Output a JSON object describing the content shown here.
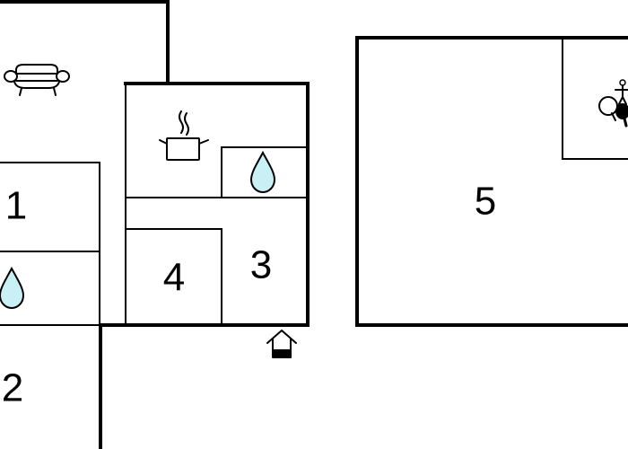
{
  "rooms": [
    {
      "id": "1",
      "label": "1"
    },
    {
      "id": "2",
      "label": "2"
    },
    {
      "id": "3",
      "label": "3"
    },
    {
      "id": "4",
      "label": "4"
    },
    {
      "id": "5",
      "label": "5"
    }
  ],
  "icons": {
    "living": "sofa-icon",
    "kitchen": "cooking-pot-icon",
    "bathroom": "water-drop-icon",
    "entrance": "entrance-icon",
    "games": "table-tennis-icon"
  },
  "colors": {
    "wall": "#000000",
    "water": "#c9f1f5",
    "background": "#ffffff"
  }
}
